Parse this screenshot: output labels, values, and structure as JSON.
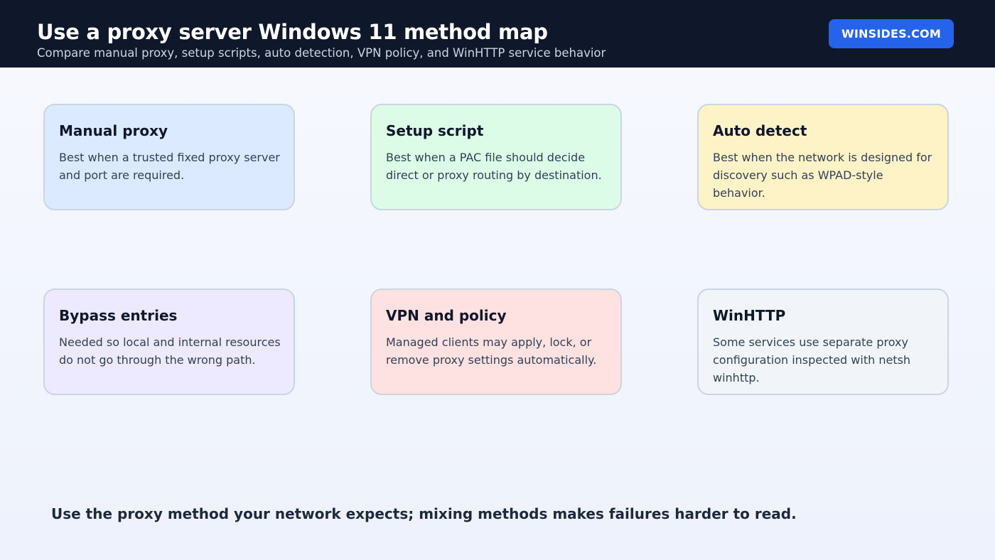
{
  "header": {
    "title": "Use a proxy server Windows 11 method map",
    "subtitle": "Compare manual proxy, setup scripts, auto detection, VPN policy, and WinHTTP service behavior",
    "brand": "WINSIDES.COM"
  },
  "cards": [
    {
      "title": "Manual proxy",
      "description": "Best when a trusted fixed proxy server and port are required."
    },
    {
      "title": "Setup script",
      "description": "Best when a PAC file should decide direct or proxy routing by destination."
    },
    {
      "title": "Auto detect",
      "description": "Best when the network is designed for discovery such as WPAD-style behavior."
    },
    {
      "title": "Bypass entries",
      "description": "Needed so local and internal resources do not go through the wrong path."
    },
    {
      "title": "VPN and policy",
      "description": "Managed clients may apply, lock, or remove proxy settings automatically."
    },
    {
      "title": "WinHTTP",
      "description": "Some services use separate proxy configuration inspected with netsh winhttp."
    }
  ],
  "footer": {
    "note": "Use the proxy method your network expects; mixing methods makes failures harder to read."
  },
  "colors": {
    "header_bg": "#0f172a",
    "brand_bg": "#2563eb",
    "manual_proxy": "#dbeafe",
    "setup_script": "#dcfce7",
    "auto_detect": "#fef3c7",
    "bypass_entries": "#ede9fe",
    "vpn_and_policy": "#fee2e2",
    "winhttp": "#f1f5f9"
  }
}
